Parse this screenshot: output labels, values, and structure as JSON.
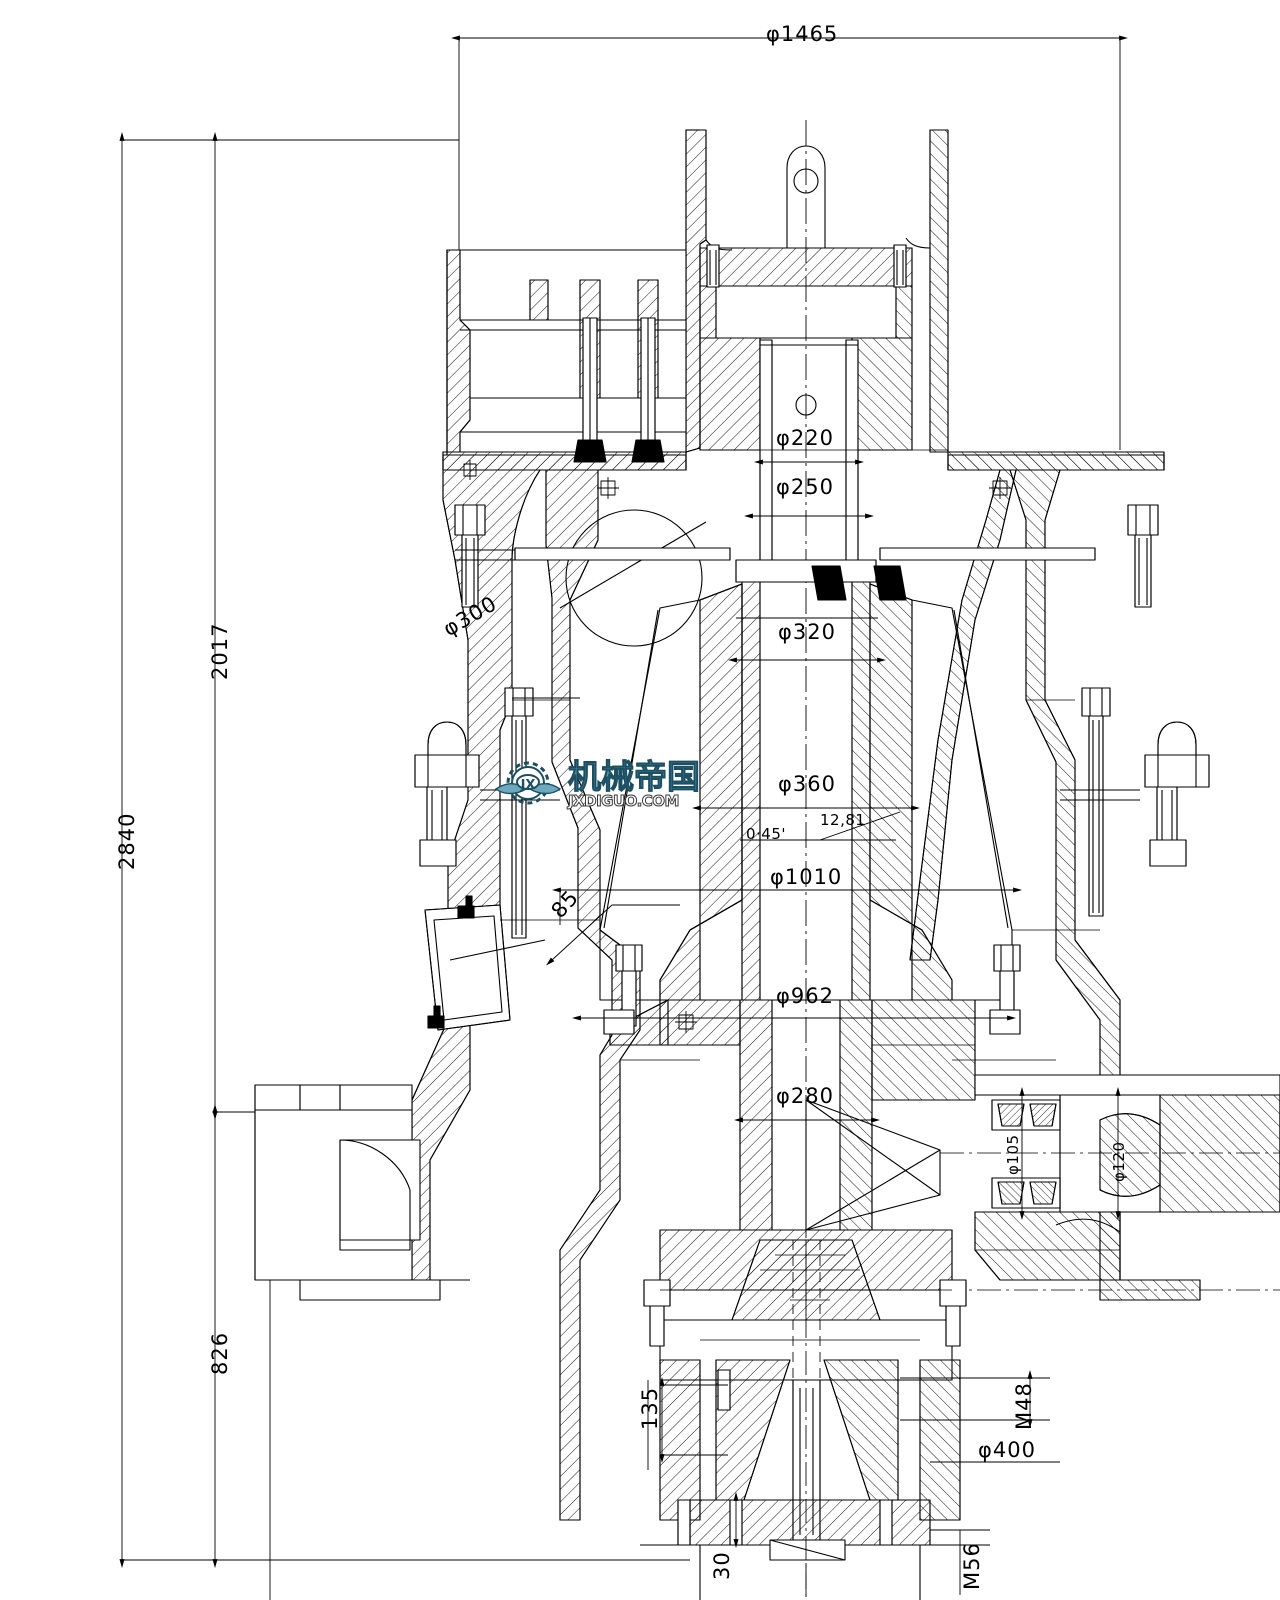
{
  "drawing": {
    "type": "mechanical-sectional-assembly-drawing",
    "subject": "cone crusher sectional assembly",
    "background_color": "#ffffff",
    "line_color": "#000000"
  },
  "dimensions": {
    "overall_width_top": "φ1465",
    "overall_height": "2840",
    "upper_height": "2017",
    "lower_height": "826",
    "bore_220": "φ220",
    "bore_250": "φ250",
    "bore_300": "φ300",
    "bore_320": "φ320",
    "bore_360": "φ360",
    "bore_1010": "φ1010",
    "bore_962": "φ962",
    "bore_280": "φ280",
    "bore_400": "φ400",
    "bore_105": "φ105",
    "bore_120": "φ120",
    "taper_12_81": "12,81",
    "angle_0_45": "0·45'",
    "dim_85": "85",
    "dim_135": "135",
    "dim_30": "30",
    "thread_m48": "M48",
    "thread_m56": "M56"
  },
  "watermark": {
    "chinese": "机械帝国",
    "english": "JXDIGUO.COM",
    "logo_initials": "JX",
    "accent_color": "#4e93a8",
    "outline_color": "#1d4f63"
  }
}
